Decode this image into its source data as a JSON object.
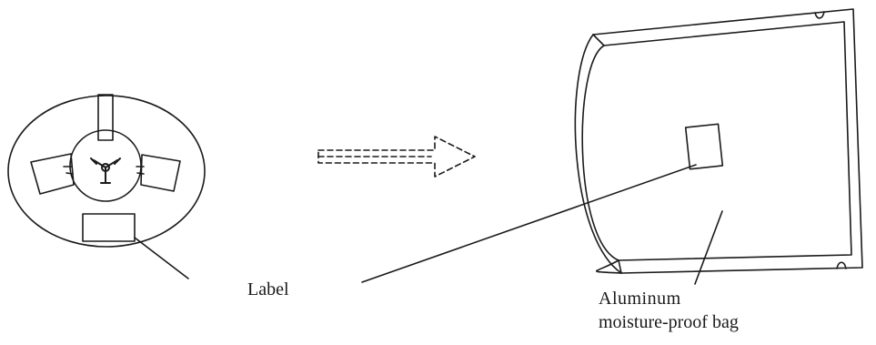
{
  "labels": {
    "label": "Label",
    "bag_line1": "Aluminum",
    "bag_line2": "moisture-proof bag"
  },
  "colors": {
    "stroke": "#1a1a1a",
    "background": "#ffffff"
  }
}
